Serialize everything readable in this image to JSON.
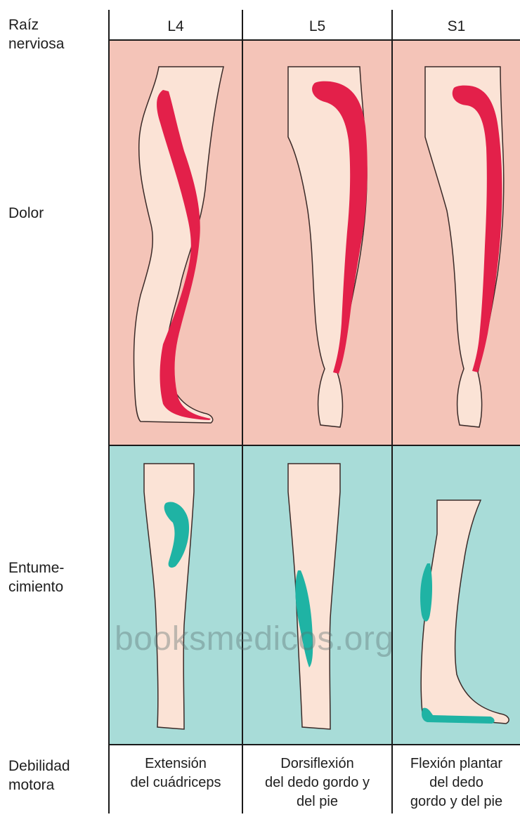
{
  "row_labels": {
    "root": "Raíz\nnerviosa",
    "pain": "Dolor",
    "numbness": "Entume-\ncimiento",
    "weakness": "Debilidad\nmotora"
  },
  "columns": [
    {
      "root": "L4",
      "weakness": "Extensión\ndel cuádriceps"
    },
    {
      "root": "L5",
      "weakness": "Dorsiflexión\ndel dedo gordo y\ndel pie"
    },
    {
      "root": "S1",
      "weakness": "Flexión plantar\ndel dedo\ngordo y del pie"
    }
  ],
  "watermark": "booksmedicos.org",
  "colors": {
    "pain_bg": "#f4c4b8",
    "numb_bg": "#a8dcd8",
    "skin": "#fbe3d6",
    "pain_mark": "#e3204a",
    "numb_mark": "#1fb3a4",
    "outline": "#3a2a28"
  }
}
